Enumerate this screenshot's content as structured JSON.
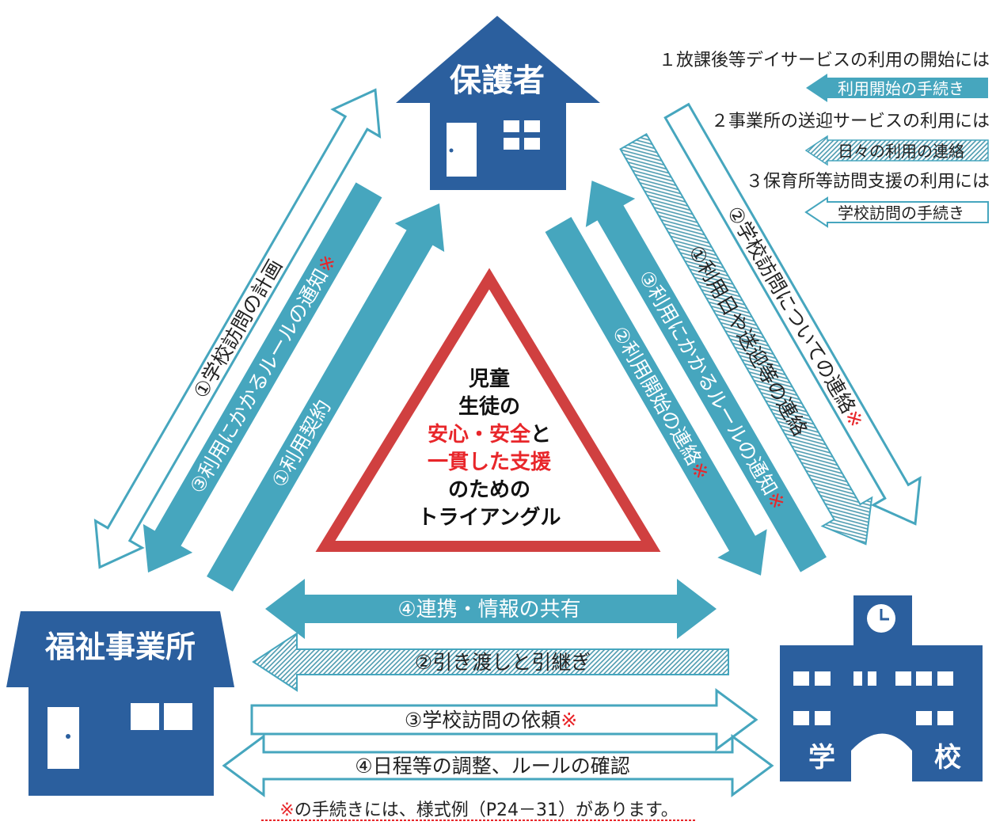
{
  "houses": {
    "guardian": "保護者",
    "welfare": "福祉事業所",
    "school": "学校",
    "school_chars": [
      "学",
      "校"
    ]
  },
  "center": {
    "line1": "児童",
    "line2": "生徒の",
    "line3": "安心・安全",
    "line3_suffix": "と",
    "line4": "一貫した支援",
    "line5": "のための",
    "line6": "トライアングル"
  },
  "legend": {
    "item1_title": "１放課後等デイサービスの利用の開始には",
    "item1_arrow": "利用開始の手続き",
    "item2_title": "２事業所の送迎サービスの利用には",
    "item2_arrow": "日々の利用の連絡",
    "item3_title": "３保育所等訪問支援の利用には",
    "item3_arrow": "学校訪問の手続き"
  },
  "left_arrows": {
    "a1_label": "①学校訪問の計画",
    "a2_label": "③利用にかかるルールの通知",
    "a3_label": "①利用契約"
  },
  "right_arrows": {
    "b1_label": "②利用開始の連絡",
    "b2_label": "③利用にかかるルールの通知",
    "b3_label": "①利用日や送迎等の連絡",
    "b4_label": "②学校訪問についての連絡"
  },
  "bottom_arrows": {
    "c1_label": "④連携・情報の共有",
    "c2_label": "②引き渡しと引継ぎ",
    "c3_label": "③学校訪問の依頼",
    "c4_label": "④日程等の調整、ルールの確認"
  },
  "mark": "※",
  "footnote": {
    "mark": "※",
    "text": "の手続きには、様式例（P24－31）があります。"
  },
  "colors": {
    "house_blue": "#2b5f9e",
    "arrow_teal": "#46a6be",
    "arrow_dark": "#2e7f95",
    "triangle_red": "#d04040",
    "note_red": "#e8262a"
  }
}
